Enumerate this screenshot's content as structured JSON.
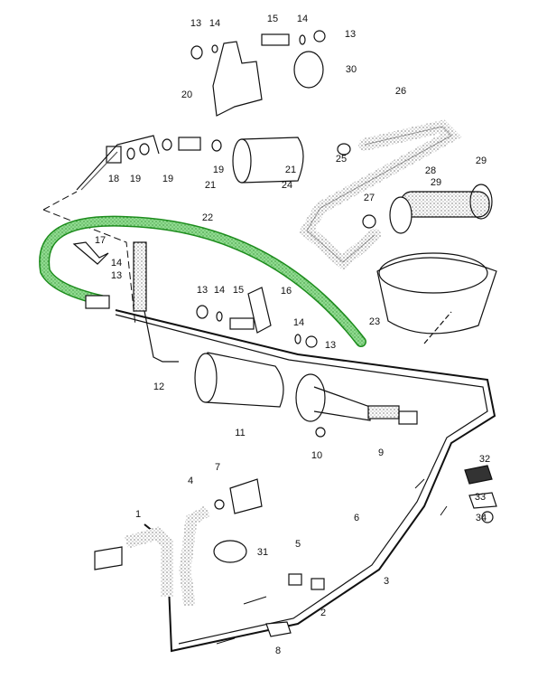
{
  "diagram": {
    "title": "Fuel pump and fuel line parts",
    "highlight_color": "#2fa82f",
    "callouts": [
      "13",
      "14",
      "15",
      "14",
      "13",
      "30",
      "20",
      "26",
      "18",
      "19",
      "19",
      "19",
      "21",
      "21",
      "24",
      "25",
      "28",
      "29",
      "29",
      "27",
      "22",
      "17",
      "14",
      "13",
      "13",
      "14",
      "15",
      "16",
      "14",
      "13",
      "23",
      "12",
      "11",
      "10",
      "9",
      "7",
      "4",
      "32",
      "33",
      "34",
      "1",
      "6",
      "5",
      "31",
      "3",
      "2",
      "8"
    ]
  }
}
